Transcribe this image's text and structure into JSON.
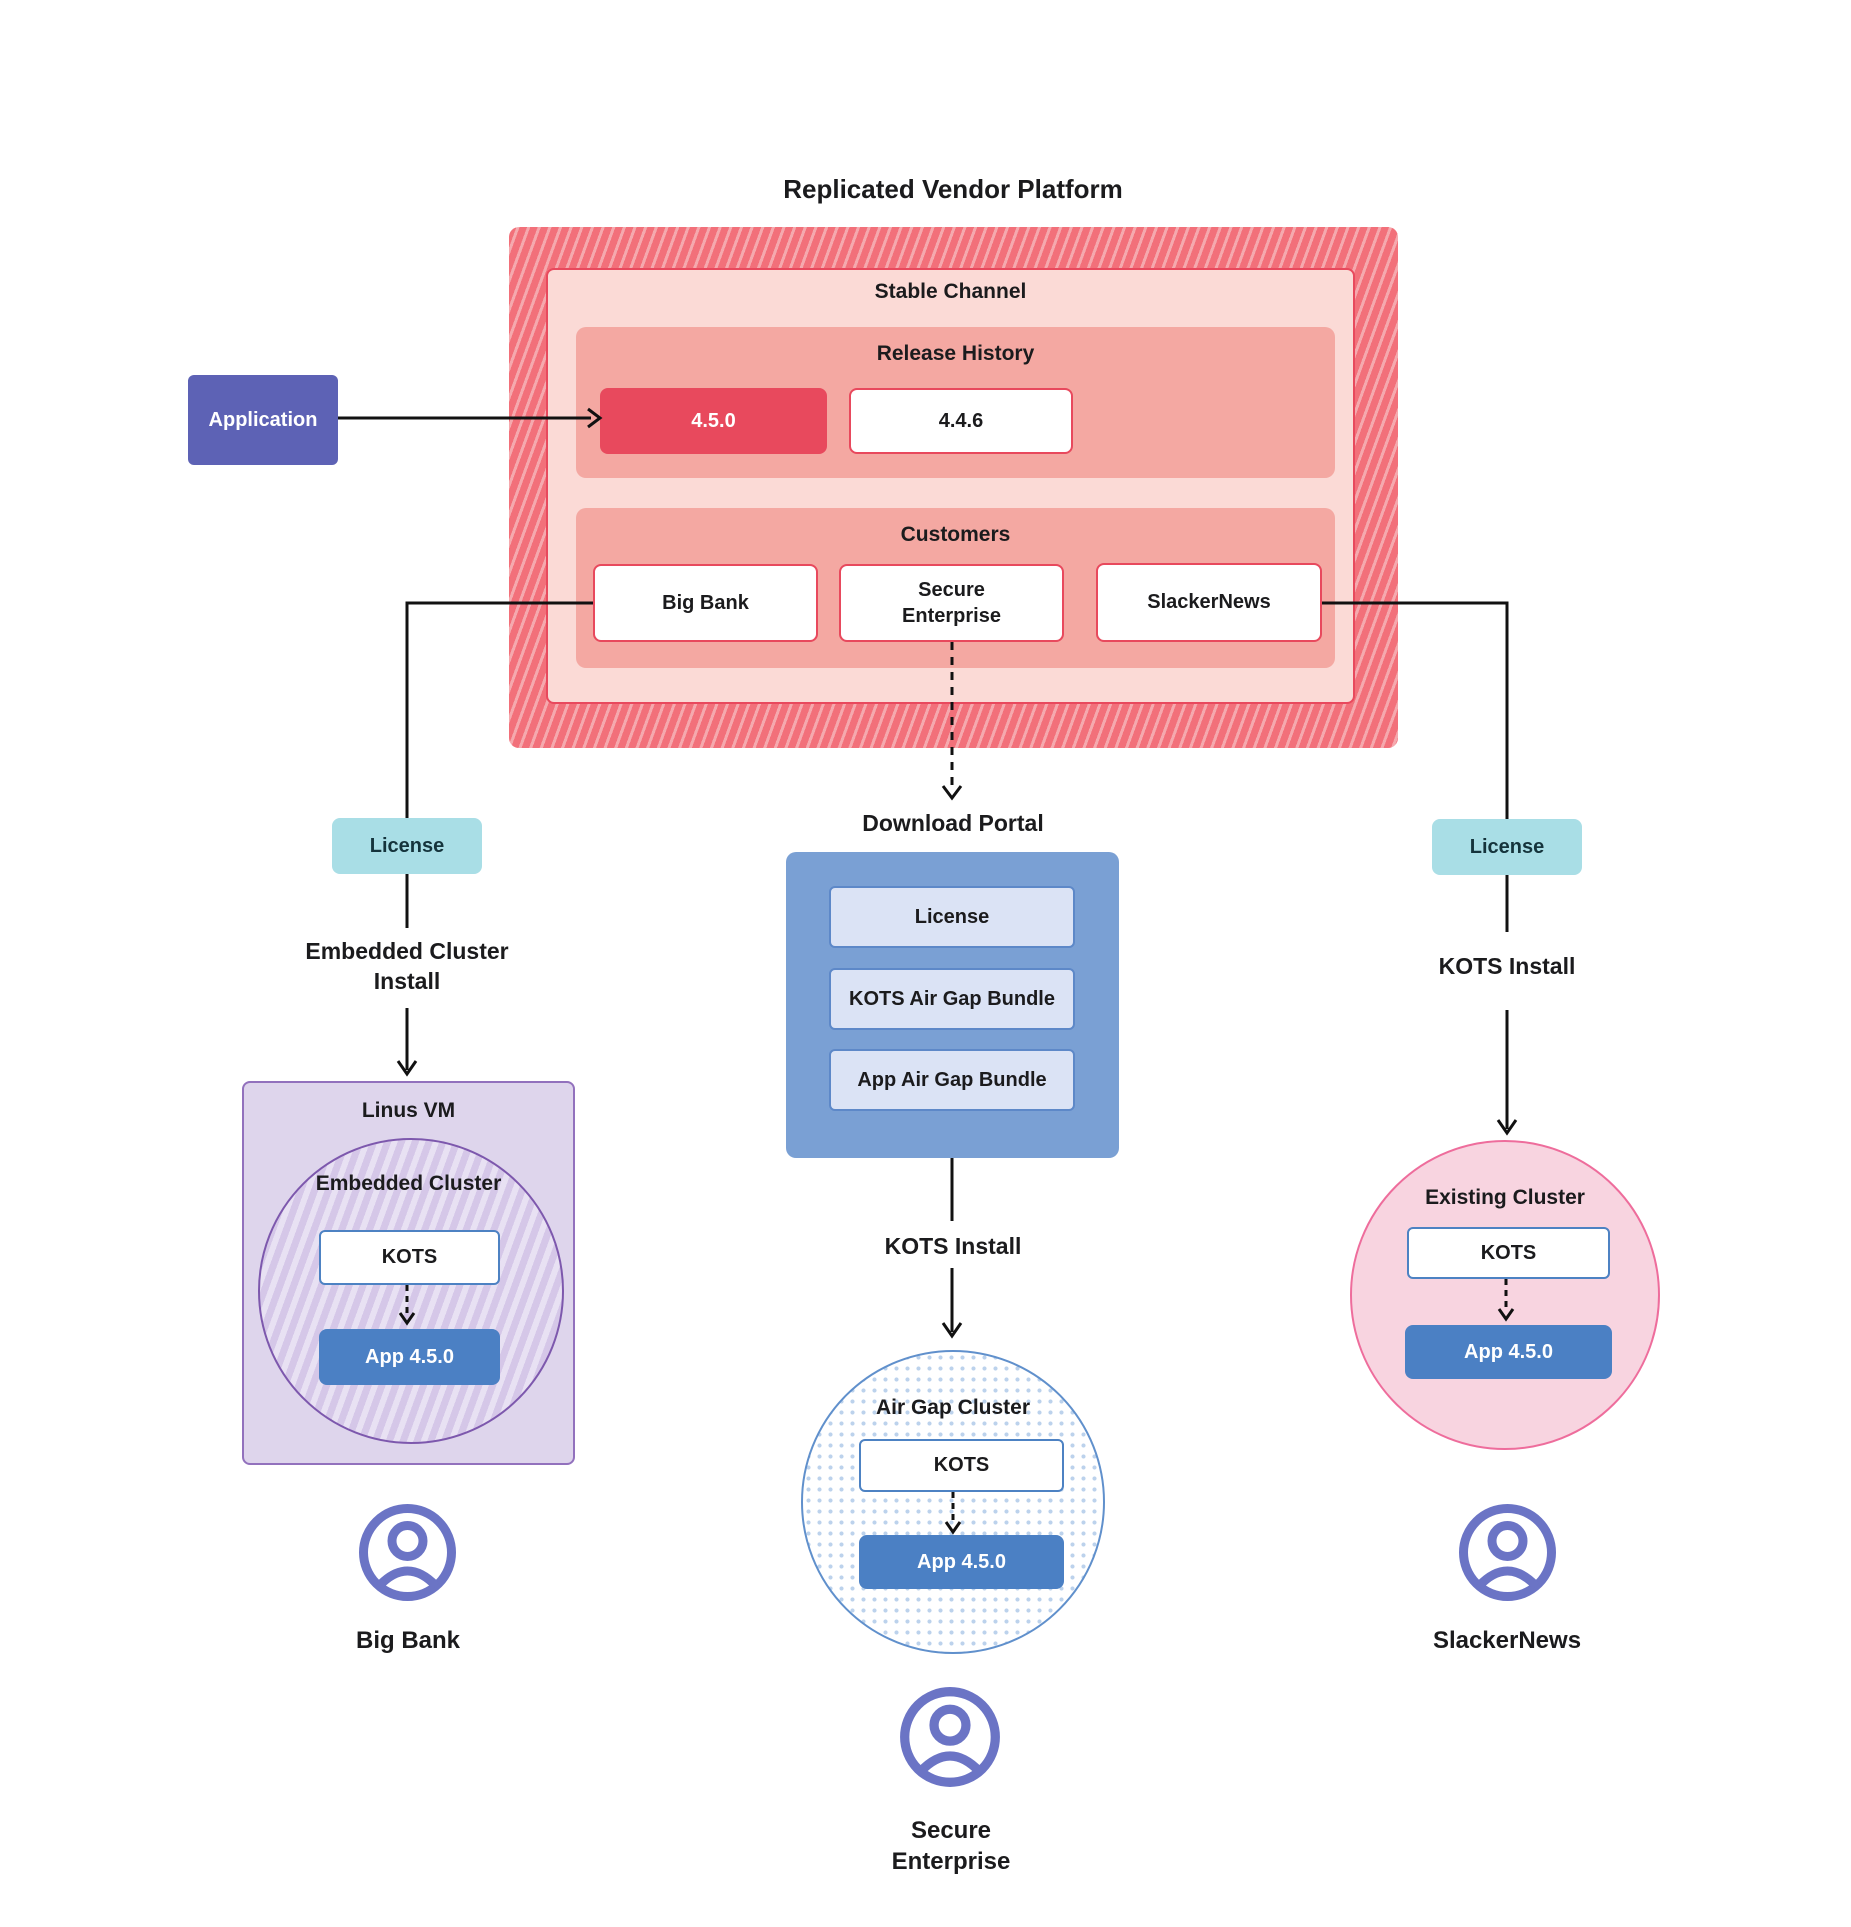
{
  "title": "Replicated Vendor Platform",
  "colors": {
    "accent_red": "#e8495d",
    "panel_pink": "#f4a8a2",
    "light_pink": "#fbdad6",
    "application_purple": "#5d62b5",
    "license_teal": "#a9dee6",
    "portal_blue": "#7aa0d4",
    "app_blue": "#4b80c4",
    "vm_purple": "#ded5ec",
    "existing_pink": "#f8d4e0",
    "user_icon_purple": "#6b74c5"
  },
  "application": {
    "label": "Application"
  },
  "platform": {
    "stable_channel_label": "Stable Channel",
    "release_history": {
      "label": "Release History",
      "current_version": "4.5.0",
      "previous_version": "4.4.6"
    },
    "customers": {
      "label": "Customers",
      "big_bank": "Big Bank",
      "secure_enterprise": "Secure Enterprise",
      "slackernews": "SlackerNews"
    }
  },
  "left_flow": {
    "license": "License",
    "install": "Embedded Cluster Install",
    "vm_label": "Linus VM",
    "cluster_label": "Embedded Cluster",
    "kots": "KOTS",
    "app": "App 4.5.0",
    "user": "Big Bank",
    "user_icon": "user-icon"
  },
  "center_flow": {
    "portal_label": "Download  Portal",
    "item_license": "License",
    "item_kots_bundle": "KOTS Air Gap Bundle",
    "item_app_bundle": "App Air Gap Bundle",
    "install": "KOTS Install",
    "cluster_label": "Air Gap Cluster",
    "kots": "KOTS",
    "app": "App 4.5.0",
    "user": "Secure Enterprise",
    "user_icon": "user-icon"
  },
  "right_flow": {
    "license": "License",
    "install": "KOTS Install",
    "cluster_label": "Existing Cluster",
    "kots": "KOTS",
    "app": "App 4.5.0",
    "user": "SlackerNews",
    "user_icon": "user-icon"
  }
}
